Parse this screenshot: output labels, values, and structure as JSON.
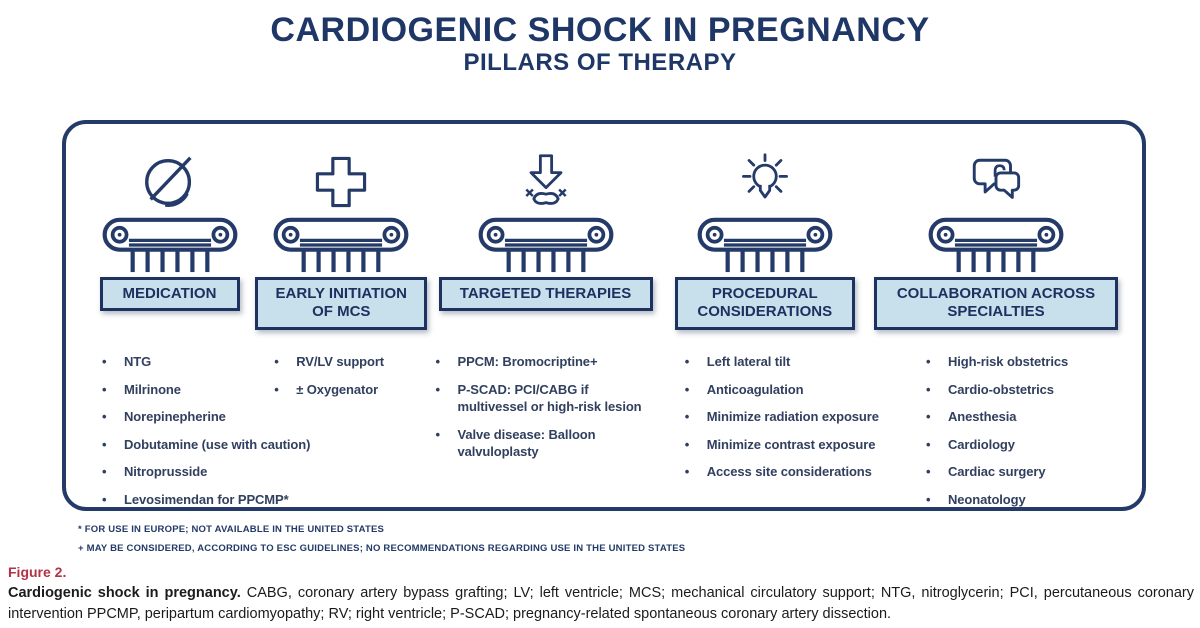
{
  "title": {
    "line1": "CARDIOGENIC SHOCK IN PREGNANCY",
    "line2": "PILLARS OF THERAPY"
  },
  "pillars": [
    {
      "icon": "pill-icon",
      "header": "MEDICATION",
      "items": [
        "NTG",
        "Milrinone",
        "Norepinepherine",
        "Dobutamine (use with caution)",
        "Nitroprusside",
        "Levosimendan for PPCMP*"
      ]
    },
    {
      "icon": "medical-cross-icon",
      "header": "EARLY INITIATION OF MCS",
      "items": [
        "RV/LV support",
        "± Oxygenator"
      ]
    },
    {
      "icon": "impact-arrow-icon",
      "header": "TARGETED THERAPIES",
      "items": [
        "PPCM: Bromocriptine+",
        "P-SCAD: PCI/CABG if multivessel or high-risk lesion",
        "Valve disease: Balloon valvuloplasty"
      ]
    },
    {
      "icon": "lightbulb-icon",
      "header": "PROCEDURAL CONSIDERATIONS",
      "items": [
        "Left lateral tilt",
        "Anticoagulation",
        "Minimize radiation exposure",
        "Minimize contrast exposure",
        "Access site considerations"
      ]
    },
    {
      "icon": "chat-bubbles-icon",
      "header": "COLLABORATION ACROSS SPECIALTIES",
      "items": [
        "High-risk obstetrics",
        "Cardio-obstetrics",
        "Anesthesia",
        "Cardiology",
        "Cardiac surgery",
        "Neonatology"
      ]
    }
  ],
  "footnotes": [
    "* FOR USE IN EUROPE; NOT AVAILABLE IN THE UNITED STATES",
    "+ MAY BE CONSIDERED, ACCORDING TO ESC GUIDELINES; NO RECOMMENDATIONS REGARDING USE IN THE UNITED STATES"
  ],
  "caption": {
    "label": "Figure 2.",
    "lead": "Cardiogenic shock in pregnancy.",
    "body": " CABG, coronary artery bypass grafting; LV; left ventricle; MCS; mechanical circulatory support; NTG, nitroglycerin; PCI, percutaneous coronary intervention PPCMP, peripartum cardiomyopathy; RV; right ventricle; P-SCAD; pregnancy-related spontaneous coronary artery dissection."
  },
  "colors": {
    "navy": "#243A68",
    "header_fill": "#C8E0EC",
    "figure_label_red": "#B23246"
  }
}
